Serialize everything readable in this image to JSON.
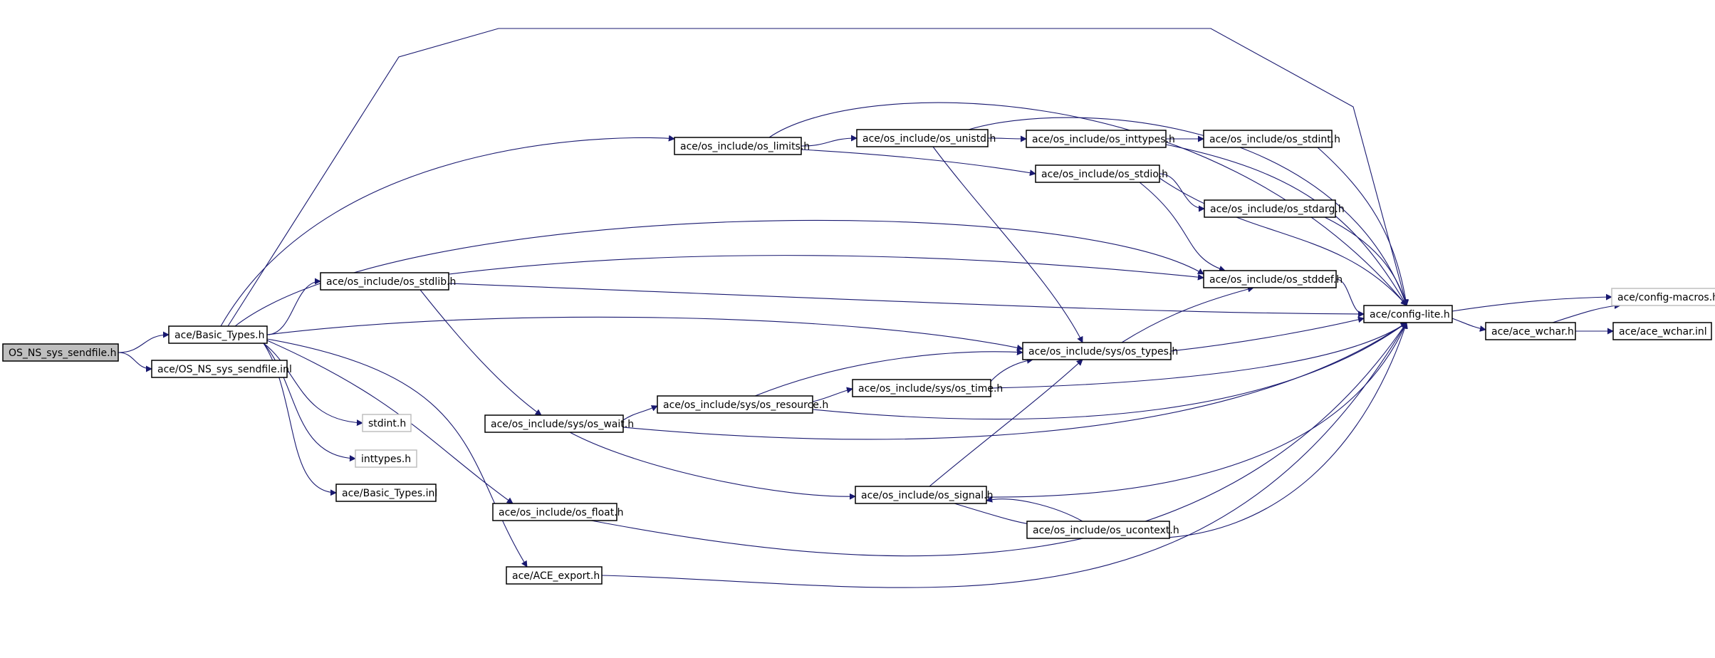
{
  "diagram": {
    "colors": {
      "edge": "#191970",
      "node_border": "#000000",
      "external_border": "#bfbfbf",
      "root_fill": "#bfbfbf"
    },
    "nodes": [
      {
        "id": "root",
        "label": "OS_NS_sys_sendfile.h",
        "style": "root"
      },
      {
        "id": "basic_types_h",
        "label": "ace/Basic_Types.h"
      },
      {
        "id": "os_ns_sys_sendfile_inl",
        "label": "ace/OS_NS_sys_sendfile.inl"
      },
      {
        "id": "stdint_h",
        "label": "stdint.h",
        "style": "external"
      },
      {
        "id": "inttypes_h",
        "label": "inttypes.h",
        "style": "external"
      },
      {
        "id": "basic_types_inl",
        "label": "ace/Basic_Types.inl"
      },
      {
        "id": "os_stdlib_h",
        "label": "ace/os_include/os_stdlib.h"
      },
      {
        "id": "os_limits_h",
        "label": "ace/os_include/os_limits.h"
      },
      {
        "id": "os_unistd_h",
        "label": "ace/os_include/os_unistd.h"
      },
      {
        "id": "os_inttypes_h",
        "label": "ace/os_include/os_inttypes.h"
      },
      {
        "id": "os_stdint_h",
        "label": "ace/os_include/os_stdint.h"
      },
      {
        "id": "os_stdio_h",
        "label": "ace/os_include/os_stdio.h"
      },
      {
        "id": "os_stdarg_h",
        "label": "ace/os_include/os_stdarg.h"
      },
      {
        "id": "os_stddef_h",
        "label": "ace/os_include/os_stddef.h"
      },
      {
        "id": "config_lite_h",
        "label": "ace/config-lite.h"
      },
      {
        "id": "config_macros_h",
        "label": "ace/config-macros.h",
        "style": "external"
      },
      {
        "id": "ace_wchar_h",
        "label": "ace/ace_wchar.h"
      },
      {
        "id": "ace_wchar_inl",
        "label": "ace/ace_wchar.inl"
      },
      {
        "id": "sys_os_types_h",
        "label": "ace/os_include/sys/os_types.h"
      },
      {
        "id": "sys_os_time_h",
        "label": "ace/os_include/sys/os_time.h"
      },
      {
        "id": "sys_os_resource_h",
        "label": "ace/os_include/sys/os_resource.h"
      },
      {
        "id": "sys_os_wait_h",
        "label": "ace/os_include/sys/os_wait.h"
      },
      {
        "id": "os_signal_h",
        "label": "ace/os_include/os_signal.h"
      },
      {
        "id": "os_ucontext_h",
        "label": "ace/os_include/os_ucontext.h"
      },
      {
        "id": "os_float_h",
        "label": "ace/os_include/os_float.h"
      },
      {
        "id": "ace_export_h",
        "label": "ace/ACE_export.h"
      }
    ],
    "edges": [
      [
        "root",
        "basic_types_h"
      ],
      [
        "root",
        "os_ns_sys_sendfile_inl"
      ],
      [
        "basic_types_h",
        "os_limits_h"
      ],
      [
        "basic_types_h",
        "os_stdlib_h"
      ],
      [
        "basic_types_h",
        "sys_os_types_h"
      ],
      [
        "basic_types_h",
        "stdint_h"
      ],
      [
        "basic_types_h",
        "inttypes_h"
      ],
      [
        "basic_types_h",
        "basic_types_inl"
      ],
      [
        "basic_types_h",
        "os_float_h"
      ],
      [
        "basic_types_h",
        "ace_export_h"
      ],
      [
        "basic_types_h",
        "os_stddef_h"
      ],
      [
        "basic_types_h",
        "config_lite_h"
      ],
      [
        "os_limits_h",
        "os_unistd_h"
      ],
      [
        "os_limits_h",
        "os_stdio_h"
      ],
      [
        "os_limits_h",
        "config_lite_h"
      ],
      [
        "os_unistd_h",
        "os_inttypes_h"
      ],
      [
        "os_unistd_h",
        "sys_os_types_h"
      ],
      [
        "os_unistd_h",
        "config_lite_h"
      ],
      [
        "os_inttypes_h",
        "os_stdint_h"
      ],
      [
        "os_inttypes_h",
        "config_lite_h"
      ],
      [
        "os_stdint_h",
        "config_lite_h"
      ],
      [
        "os_stdio_h",
        "os_stdarg_h"
      ],
      [
        "os_stdio_h",
        "os_stddef_h"
      ],
      [
        "os_stdio_h",
        "config_lite_h"
      ],
      [
        "os_stdarg_h",
        "config_lite_h"
      ],
      [
        "os_stddef_h",
        "config_lite_h"
      ],
      [
        "os_stdlib_h",
        "os_stddef_h"
      ],
      [
        "os_stdlib_h",
        "config_lite_h"
      ],
      [
        "os_stdlib_h",
        "sys_os_wait_h"
      ],
      [
        "sys_os_types_h",
        "os_stddef_h"
      ],
      [
        "sys_os_types_h",
        "config_lite_h"
      ],
      [
        "sys_os_wait_h",
        "sys_os_resource_h"
      ],
      [
        "sys_os_wait_h",
        "os_signal_h"
      ],
      [
        "sys_os_wait_h",
        "config_lite_h"
      ],
      [
        "sys_os_resource_h",
        "sys_os_time_h"
      ],
      [
        "sys_os_resource_h",
        "sys_os_types_h"
      ],
      [
        "sys_os_resource_h",
        "config_lite_h"
      ],
      [
        "sys_os_time_h",
        "sys_os_types_h"
      ],
      [
        "sys_os_time_h",
        "config_lite_h"
      ],
      [
        "os_signal_h",
        "sys_os_types_h"
      ],
      [
        "os_signal_h",
        "os_ucontext_h"
      ],
      [
        "os_signal_h",
        "config_lite_h"
      ],
      [
        "os_ucontext_h",
        "os_signal_h"
      ],
      [
        "os_ucontext_h",
        "config_lite_h"
      ],
      [
        "os_float_h",
        "config_lite_h"
      ],
      [
        "ace_export_h",
        "config_lite_h"
      ],
      [
        "config_lite_h",
        "config_macros_h"
      ],
      [
        "config_lite_h",
        "ace_wchar_h"
      ],
      [
        "ace_wchar_h",
        "ace_wchar_inl"
      ],
      [
        "ace_wchar_h",
        "config_macros_h"
      ]
    ]
  }
}
